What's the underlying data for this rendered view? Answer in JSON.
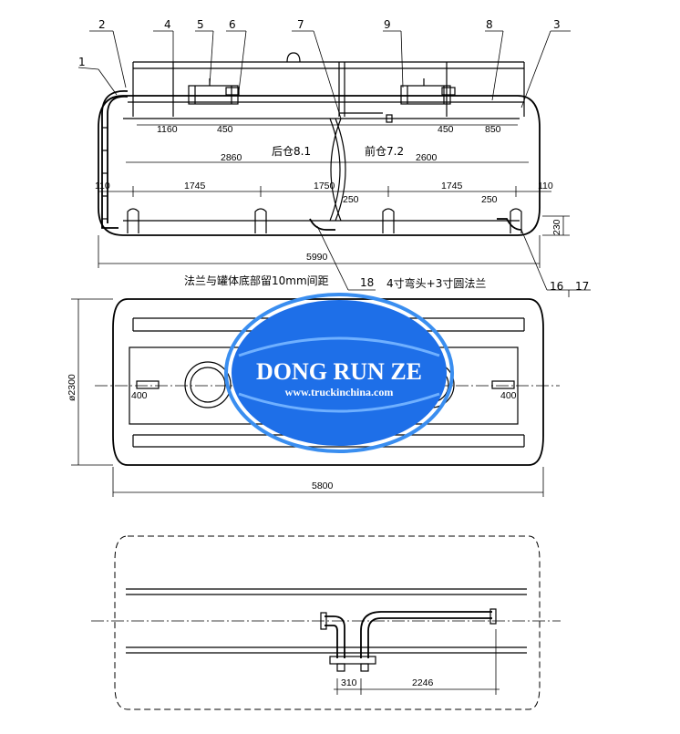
{
  "part_labels": [
    "1",
    "2",
    "4",
    "5",
    "6",
    "7",
    "9",
    "8",
    "3",
    "18",
    "16",
    "17"
  ],
  "compartments": {
    "rear": "后仓8.1",
    "front": "前仓7.2"
  },
  "dims_side": {
    "top_1160": "1160",
    "top_450a": "450",
    "top_450b": "450",
    "top_850": "850",
    "len_2860": "2860",
    "len_2600": "2600",
    "gap_110a": "110",
    "sp_1745a": "1745",
    "sp_1750": "1750",
    "sp_250a": "250",
    "sp_1745b": "1745",
    "sp_250b": "250",
    "gap_110b": "110",
    "h_230": "230",
    "overall": "5990"
  },
  "notes": {
    "flange_gap": "法兰与罐体底部留10mm间距",
    "elbow": "4寸弯头+3寸圆法兰"
  },
  "dims_top": {
    "diameter": "ø2300",
    "left_400": "400",
    "right_400": "400",
    "length": "5800"
  },
  "dims_bottom": {
    "d_310": "310",
    "d_2246": "2246"
  },
  "watermark": {
    "title": "DONG RUN ZE",
    "url": "www.truckinchina.com",
    "color_main": "#1e6fe8",
    "color_ring": "#3a8ef0"
  }
}
